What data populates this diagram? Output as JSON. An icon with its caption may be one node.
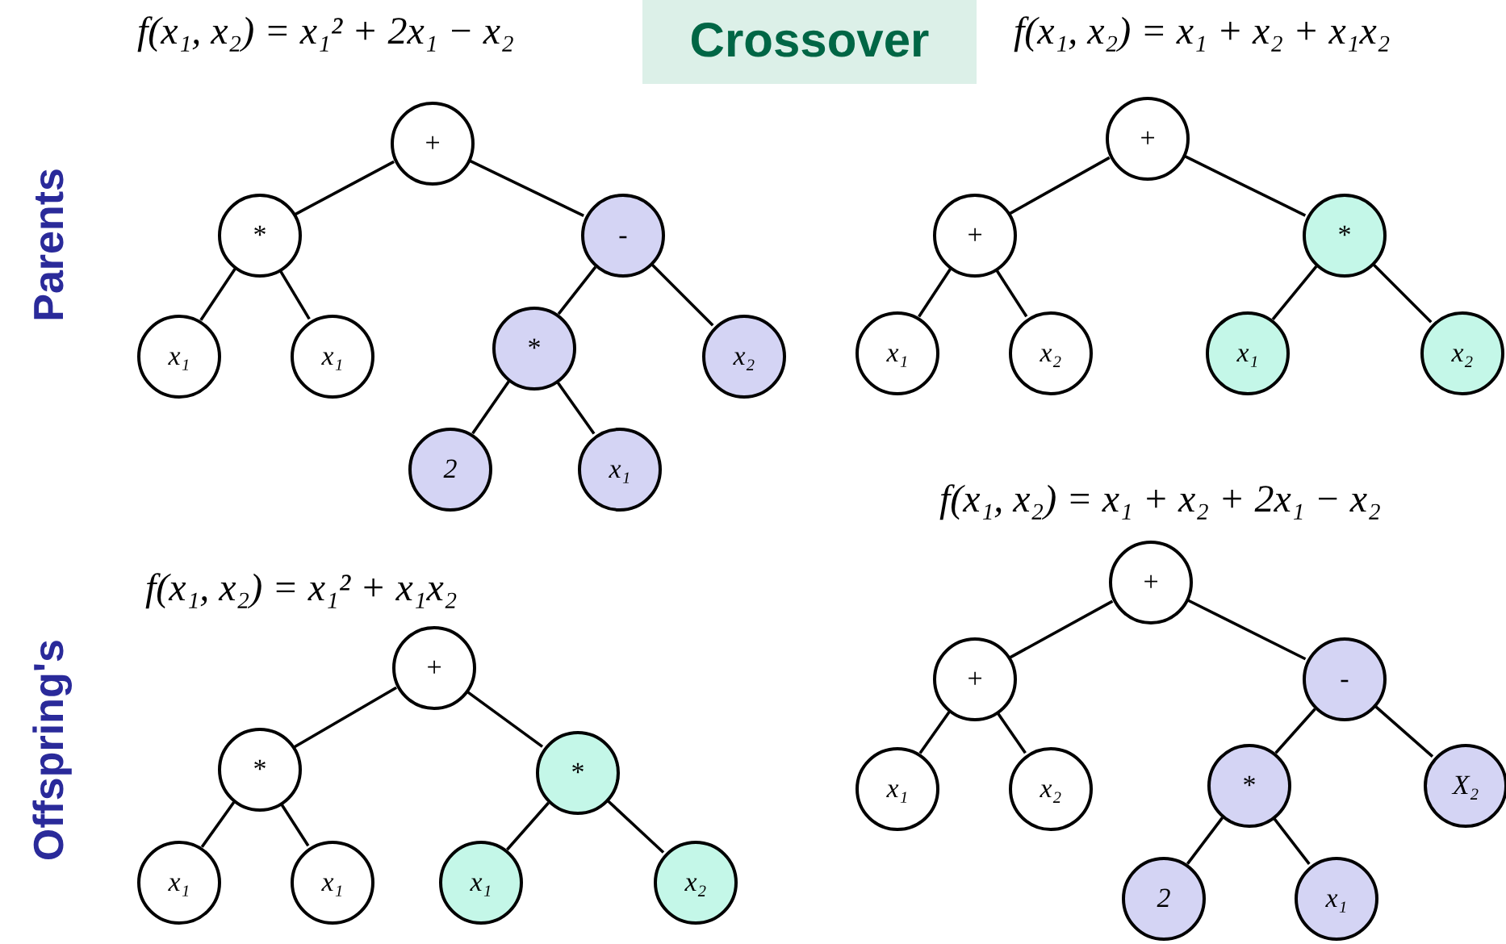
{
  "diagram": {
    "title": "Crossover",
    "nodes": [
      {
        "text": [
          "+"
        ]
      },
      {
        "text": [
          "*"
        ]
      },
      {
        "text": [
          "-"
        ]
      },
      {
        "text": [
          "x₁"
        ]
      },
      {
        "text": [
          "x₁"
        ]
      },
      {
        "text": [
          "*"
        ]
      },
      {
        "text": [
          "x₂"
        ]
      },
      {
        "text": [
          "2"
        ]
      },
      {
        "text": [
          "x₁"
        ]
      },
      {
        "text": [
          "+"
        ]
      },
      {
        "text": [
          "+"
        ]
      },
      {
        "text": [
          "*"
        ]
      },
      {
        "text": [
          "x₁"
        ]
      },
      {
        "text": [
          "x₂"
        ]
      },
      {
        "text": [
          "x₁"
        ]
      },
      {
        "text": [
          "x₂"
        ]
      },
      {
        "text": [
          "+"
        ]
      },
      {
        "text": [
          "*"
        ]
      },
      {
        "text": [
          "*"
        ]
      },
      {
        "text": [
          "x₁"
        ]
      },
      {
        "text": [
          "x₁"
        ]
      },
      {
        "text": [
          "x₁"
        ]
      },
      {
        "text": [
          "x₂"
        ]
      },
      {
        "text": [
          "+"
        ]
      },
      {
        "text": [
          "+"
        ]
      },
      {
        "text": [
          "-"
        ]
      },
      {
        "text": [
          "x₁"
        ]
      },
      {
        "text": [
          "x₂"
        ]
      },
      {
        "text": [
          "*"
        ]
      },
      {
        "text": [
          "X₂"
        ]
      },
      {
        "text": [
          "2"
        ]
      },
      {
        "text": [
          "x₁"
        ]
      }
    ],
    "edges": [
      {
        "from": 0,
        "to": 1,
        "arrow": "none"
      },
      {
        "from": 0,
        "to": 2,
        "arrow": "none"
      },
      {
        "from": 1,
        "to": 3,
        "arrow": "none"
      },
      {
        "from": 1,
        "to": 4,
        "arrow": "none"
      },
      {
        "from": 2,
        "to": 5,
        "arrow": "none"
      },
      {
        "from": 2,
        "to": 6,
        "arrow": "none"
      },
      {
        "from": 5,
        "to": 7,
        "arrow": "none"
      },
      {
        "from": 5,
        "to": 8,
        "arrow": "none"
      },
      {
        "from": 9,
        "to": 10,
        "arrow": "none"
      },
      {
        "from": 9,
        "to": 11,
        "arrow": "none"
      },
      {
        "from": 10,
        "to": 12,
        "arrow": "none"
      },
      {
        "from": 10,
        "to": 13,
        "arrow": "none"
      },
      {
        "from": 11,
        "to": 14,
        "arrow": "none"
      },
      {
        "from": 11,
        "to": 15,
        "arrow": "none"
      },
      {
        "from": 16,
        "to": 17,
        "arrow": "none"
      },
      {
        "from": 16,
        "to": 18,
        "arrow": "none"
      },
      {
        "from": 17,
        "to": 19,
        "arrow": "none"
      },
      {
        "from": 17,
        "to": 20,
        "arrow": "none"
      },
      {
        "from": 18,
        "to": 21,
        "arrow": "none"
      },
      {
        "from": 18,
        "to": 22,
        "arrow": "none"
      },
      {
        "from": 23,
        "to": 24,
        "arrow": "none"
      },
      {
        "from": 23,
        "to": 25,
        "arrow": "none"
      },
      {
        "from": 24,
        "to": 26,
        "arrow": "none"
      },
      {
        "from": 24,
        "to": 27,
        "arrow": "none"
      },
      {
        "from": 25,
        "to": 28,
        "arrow": "none"
      },
      {
        "from": 25,
        "to": 29,
        "arrow": "none"
      },
      {
        "from": 28,
        "to": 30,
        "arrow": "none"
      },
      {
        "from": 28,
        "to": 31,
        "arrow": "none"
      }
    ],
    "labels": [
      "f(x₁, x₂) = x₁² + 2x₁ − x₂",
      "f(x₁, x₂) = x₁ + x₂ + x₁x₂",
      "Parents",
      "f(x₁, x₂) = x₁ + x₂ + 2x₁ − x₂",
      "f(x₁, x₂) = x₁² + x₁x₂",
      "Offspring's"
    ]
  }
}
